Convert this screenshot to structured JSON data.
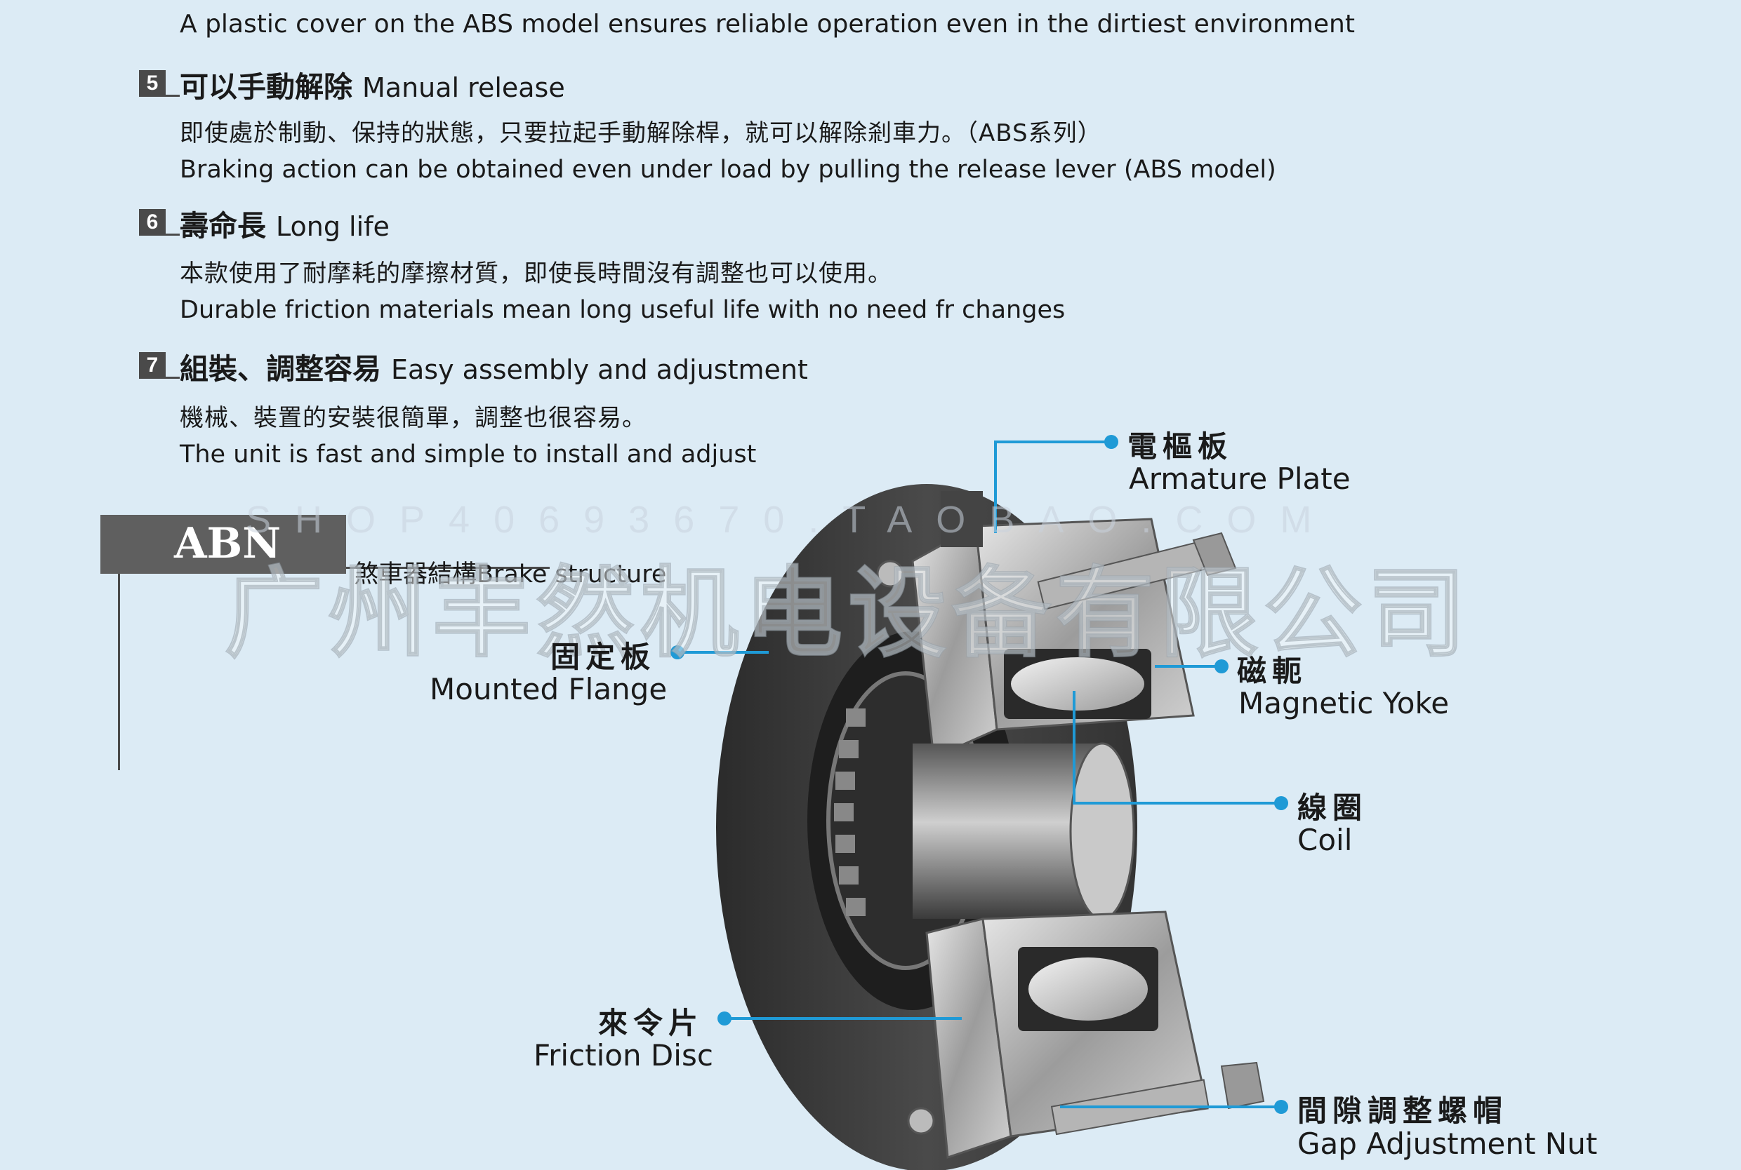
{
  "intro": "A plastic cover on the ABS model ensures reliable operation even in the dirtiest environment",
  "features": [
    {
      "num": "5",
      "title_zh": "可以手動解除",
      "title_en": "Manual release",
      "body_zh": "即使處於制動、保持的狀態，只要拉起手動解除桿，就可以解除剎車力。（ABS系列）",
      "body_en": "Braking action can be obtained even under load by pulling the release lever (ABS model)"
    },
    {
      "num": "6",
      "title_zh": "壽命長",
      "title_en": "Long life",
      "body_zh": "本款使用了耐摩耗的摩擦材質，即使長時間沒有調整也可以使用。",
      "body_en": "Durable friction materials mean long useful life with no need fr changes"
    },
    {
      "num": "7",
      "title_zh": "組裝、調整容易",
      "title_en": "Easy assembly and adjustment",
      "body_zh": "機械、裝置的安裝很簡單，調整也很容易。",
      "body_en": "The unit is fast and simple to install and adjust"
    }
  ],
  "section": {
    "model": "ABN",
    "structure_label": "煞車器結構Brake structure"
  },
  "parts": [
    {
      "zh": "電樞板",
      "en": "Armature Plate"
    },
    {
      "zh": "固定板",
      "en": "Mounted Flange"
    },
    {
      "zh": "磁軛",
      "en": "Magnetic Yoke"
    },
    {
      "zh": "線圈",
      "en": "Coil"
    },
    {
      "zh": "來令片",
      "en": "Friction Disc"
    },
    {
      "zh": "間隙調整螺帽",
      "en": "Gap Adjustment Nut"
    }
  ],
  "watermark": {
    "en": "SHOP40693670.TAOBAO.COM",
    "zh": "广州丰然机电设备有限公司"
  },
  "colors": {
    "background": "#dcebf5",
    "callout": "#1f9ad6",
    "label_box": "#5f5f5f"
  }
}
